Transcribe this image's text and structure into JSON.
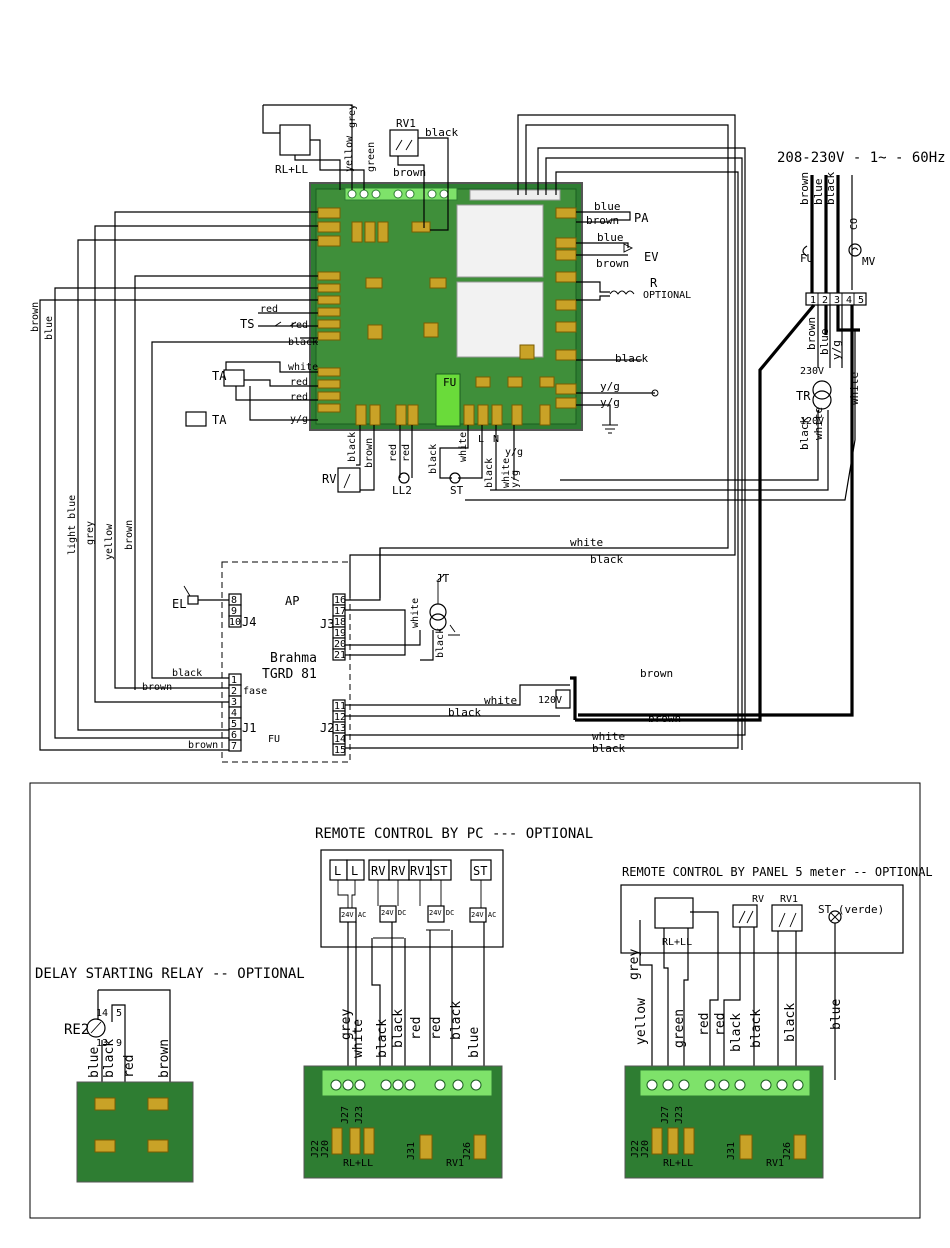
{
  "supply": {
    "label": "208-230V - 1~ - 60Hz"
  },
  "power_wires": {
    "brown": "brown",
    "blue": "blue",
    "black": "black",
    "terminals": [
      "1",
      "2",
      "3",
      "4",
      "5"
    ]
  },
  "main_board": {
    "rv1": "RV1",
    "rl_ll": "RL+LL",
    "pa": "PA",
    "ev": "EV",
    "r": "R",
    "r_optional": "OPTIONAL",
    "ts": "TS",
    "ta": "TA",
    "ta2": "TA",
    "rv": "RV",
    "ll2": "LL2",
    "st": "ST",
    "fu": "FU",
    "fu_pcb": "FU",
    "tr": "TR",
    "v230": "230V",
    "v120": "120V",
    "fu_line": "FU",
    "co": "CO",
    "mv": "MV"
  },
  "wire_labels": {
    "grey": "grey",
    "green": "green",
    "yellow": "yellow",
    "black": "black",
    "brown": "brown",
    "blue": "blue",
    "red": "red",
    "white": "white",
    "yg": "y/g",
    "light_blue": "light blue",
    "L": "L",
    "N": "N"
  },
  "controller": {
    "ap": "AP",
    "name": "Brahma",
    "model": "TGRD 81",
    "el": "EL",
    "jt": "JT",
    "fu": "FU",
    "j1": "J1",
    "j2": "J2",
    "j3": "J3",
    "j4": "J4",
    "j4_pins": [
      "8",
      "9",
      "10"
    ],
    "j1_pins": [
      "1",
      "2 fase",
      "3",
      "4",
      "5",
      "6",
      "7"
    ],
    "j3_pins": [
      "16",
      "17",
      "18",
      "19",
      "20",
      "21"
    ],
    "j2_pins": [
      "11",
      "12",
      "13",
      "14",
      "15"
    ],
    "v120": "120V",
    "lower_labels": {
      "white1": "white",
      "black1": "black",
      "brown1": "brown",
      "brown2": "brown",
      "white2": "white",
      "black2": "black",
      "black_j1": "black",
      "brown_j1": "brown",
      "brown_j1b": "brown",
      "white_j2": "white",
      "black_j2": "black"
    }
  },
  "delay_relay": {
    "title": "DELAY STARTING RELAY -- OPTIONAL",
    "re2": "RE2",
    "pins": [
      "14",
      "5",
      "13",
      "9"
    ],
    "wires": [
      "blue",
      "black",
      "red",
      "brown"
    ]
  },
  "remote_pc": {
    "title": "REMOTE CONTROL BY PC    --- OPTIONAL",
    "terminals": [
      "L",
      "L",
      "RV",
      "RV",
      "RV1",
      "ST",
      "ST"
    ],
    "relays": [
      "24V AC",
      "24V DC",
      "24V DC",
      "24V AC"
    ],
    "wires": [
      "grey",
      "white",
      "black",
      "black",
      "red",
      "red",
      "black",
      "blue"
    ],
    "connectors": [
      "J22",
      "J20",
      "J27",
      "J23",
      "J31",
      "J26"
    ],
    "subs": [
      "RL+LL",
      "RV1"
    ]
  },
  "remote_panel": {
    "title": "REMOTE CONTROL BY  PANEL  5 meter -- OPTIONAL",
    "rl_ll": "RL+LL",
    "rv": "RV",
    "rv1": "RV1",
    "st": "ST (verde)",
    "wires": [
      "grey",
      "yellow",
      "green",
      "red",
      "red",
      "black",
      "black",
      "black",
      "blue"
    ],
    "connectors": [
      "J22",
      "J20",
      "J27",
      "J23",
      "J31",
      "J26"
    ],
    "subs": [
      "RL+LL",
      "RV1"
    ]
  }
}
